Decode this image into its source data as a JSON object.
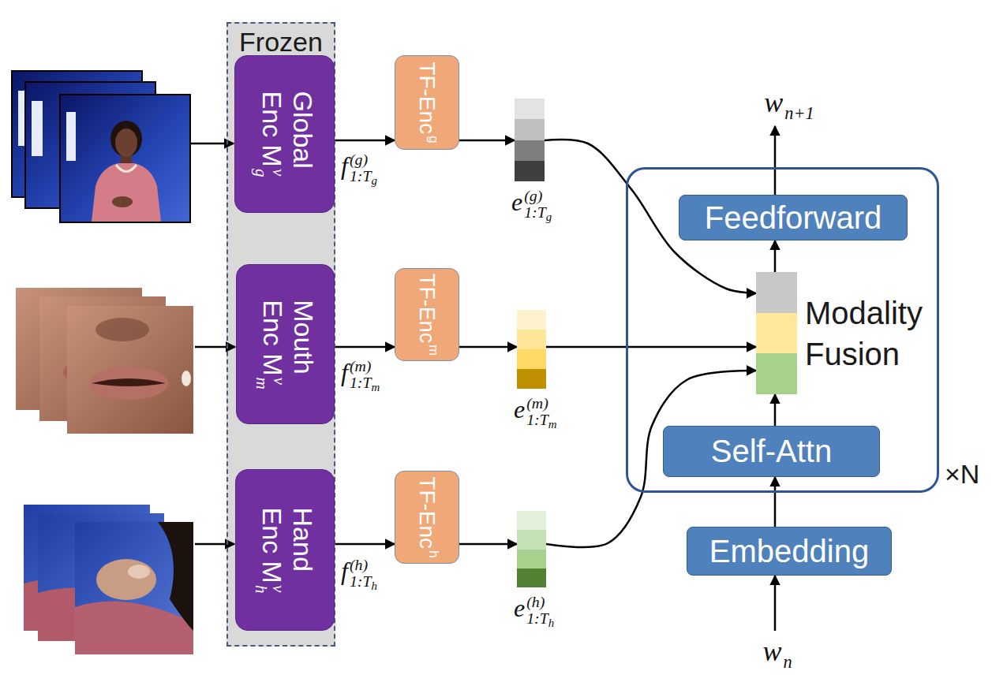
{
  "diagram": {
    "nodes": [
      {
        "text": [
          "Frozen"
        ]
      },
      {
        "text": [
          "Global",
          "Enc M",
          "g",
          "v"
        ],
        "in": 0
      },
      {
        "text": [
          "Mouth",
          "Enc M",
          "m",
          "v"
        ],
        "in": 0
      },
      {
        "text": [
          "Hand",
          "Enc M",
          "h",
          "v"
        ],
        "in": 0
      },
      {
        "text": [
          "TF-Enc",
          "g"
        ]
      },
      {
        "text": [
          "e",
          "(g)",
          "1:T",
          "g"
        ]
      },
      {
        "text": [
          "TF-Enc",
          "m"
        ]
      },
      {
        "text": [
          "e",
          "(m)",
          "1:T",
          "m"
        ]
      },
      {
        "text": [
          "TF-Enc",
          "h"
        ]
      },
      {
        "text": [
          "e",
          "(h)",
          "1:T",
          "h"
        ]
      },
      {
        "text": [
          "w",
          "n+1"
        ]
      },
      {
        "text": [
          "×N"
        ]
      },
      {
        "text": [
          "Feedforward"
        ],
        "in": 11
      },
      {
        "text": [
          "Modality Fusion"
        ],
        "in": 11
      },
      {
        "text": [
          "Self-Attn"
        ],
        "in": 11
      },
      {
        "text": [
          "Embedding"
        ]
      },
      {
        "text": [
          "w",
          "n"
        ]
      }
    ],
    "edges": [
      {
        "from": 1,
        "to": 4,
        "arrow": "to"
      },
      {
        "from": 4,
        "to": 5,
        "arrow": "to"
      },
      {
        "from": 5,
        "to": 13,
        "arrow": "to"
      },
      {
        "from": 2,
        "to": 6,
        "arrow": "to"
      },
      {
        "from": 6,
        "to": 7,
        "arrow": "to"
      },
      {
        "from": 7,
        "to": 13,
        "arrow": "to"
      },
      {
        "from": 3,
        "to": 8,
        "arrow": "to"
      },
      {
        "from": 8,
        "to": 9,
        "arrow": "to"
      },
      {
        "from": 9,
        "to": 13,
        "arrow": "to"
      },
      {
        "from": 16,
        "to": 15,
        "arrow": "to"
      },
      {
        "from": 15,
        "to": 14,
        "arrow": "to"
      },
      {
        "from": 14,
        "to": 13,
        "arrow": "to"
      },
      {
        "from": 13,
        "to": 12,
        "arrow": "to"
      },
      {
        "from": 12,
        "to": 10,
        "arrow": "to"
      }
    ],
    "labels": [
      "f",
      "(g)",
      "1:T",
      "g",
      "f",
      "(m)",
      "1:T",
      "m",
      "f",
      "(h)",
      "1:T",
      "h"
    ]
  }
}
